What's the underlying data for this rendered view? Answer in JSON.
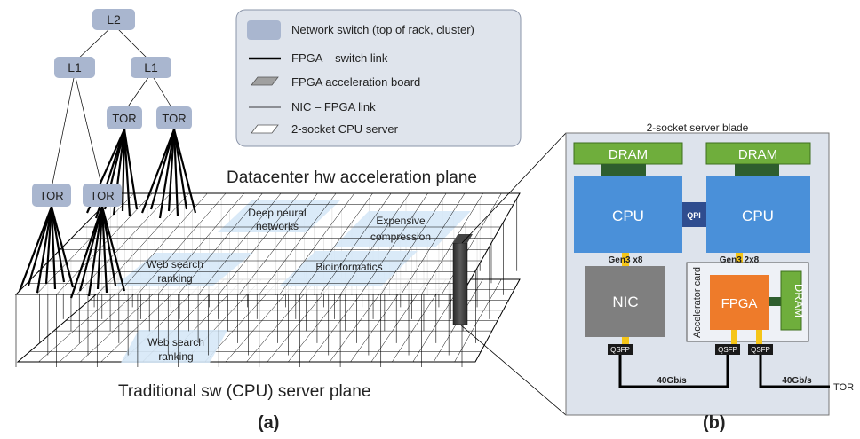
{
  "tree": {
    "root": "L2",
    "level1": [
      "L1",
      "L1"
    ],
    "tor_top": [
      "TOR",
      "TOR"
    ],
    "tor_bottom": [
      "TOR",
      "TOR"
    ]
  },
  "legend": {
    "items": [
      "Network switch (top of rack, cluster)",
      "FPGA – switch link",
      "FPGA acceleration board",
      "NIC – FPGA link",
      "2-socket CPU server"
    ]
  },
  "planes": {
    "hw_title": "Datacenter hw acceleration plane",
    "sw_title": "Traditional sw (CPU) server plane",
    "hw_regions": [
      [
        "Deep neural",
        "networks"
      ],
      [
        "Expensive",
        "compression"
      ],
      [
        "Web search",
        "ranking"
      ],
      [
        "Bioinformatics"
      ]
    ],
    "sw_regions": [
      [
        "Web search",
        "ranking"
      ]
    ]
  },
  "blade": {
    "title": "2-socket server blade",
    "dram_left": "DRAM",
    "dram_right": "DRAM",
    "cpu_left": "CPU",
    "cpu_right": "CPU",
    "qpi": "QPI",
    "gen_left": "Gen3 x8",
    "gen_right": "Gen3 2x8",
    "nic": "NIC",
    "accel_card": "Accelerator card",
    "fpga": "FPGA",
    "dram_fpga": "DRAM",
    "qsfp": [
      "QSFP",
      "QSFP",
      "QSFP"
    ],
    "link_speed": [
      "40Gb/s",
      "40Gb/s"
    ],
    "tor": "TOR"
  },
  "captions": {
    "a": "(a)",
    "b": "(b)"
  },
  "colors": {
    "switch_fill": "#a9b6cf",
    "cpu_blue": "#4a90d9",
    "dram_green": "#6fae3c",
    "dram_dark": "#2e5e2e",
    "fpga_orange": "#ee7b2a",
    "nic_gray": "#7f7f7f",
    "qpi_navy": "#2f4d8f",
    "connector_yellow": "#f5c518",
    "region_fill": "#d6e8f7"
  }
}
